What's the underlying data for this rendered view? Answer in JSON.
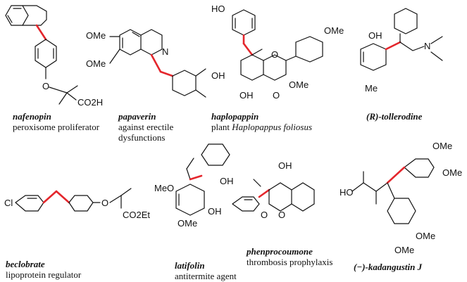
{
  "compounds": [
    {
      "name": "nafenopin",
      "desc": [
        "peroxisome proliferator"
      ]
    },
    {
      "name": "papaverin",
      "desc": [
        "against erectile",
        "dysfunctions"
      ]
    },
    {
      "name": "haplopappin",
      "desc_prefix": "plant ",
      "desc_species": "Haplopappus foliosus"
    },
    {
      "name": "(R)-tollerodine"
    },
    {
      "name": "beclobrate",
      "desc": [
        "lipoprotein regulator"
      ]
    },
    {
      "name": "latifolin",
      "desc": [
        "antitermite agent"
      ]
    },
    {
      "name": "phenprocoumone",
      "desc": [
        "thrombosis prophylaxis"
      ]
    },
    {
      "name": "(−)-kadangustin J"
    }
  ],
  "atom_labels": {
    "O": "O",
    "N": "N",
    "OH": "OH",
    "HO": "HO",
    "Cl": "Cl",
    "Me": "Me",
    "OMe": "OMe",
    "MeO": "MeO",
    "CO2H": "CO2H",
    "CO2Et": "CO2Et"
  },
  "colors": {
    "highlight_bond": "#e4262c",
    "ink": "#111111"
  }
}
